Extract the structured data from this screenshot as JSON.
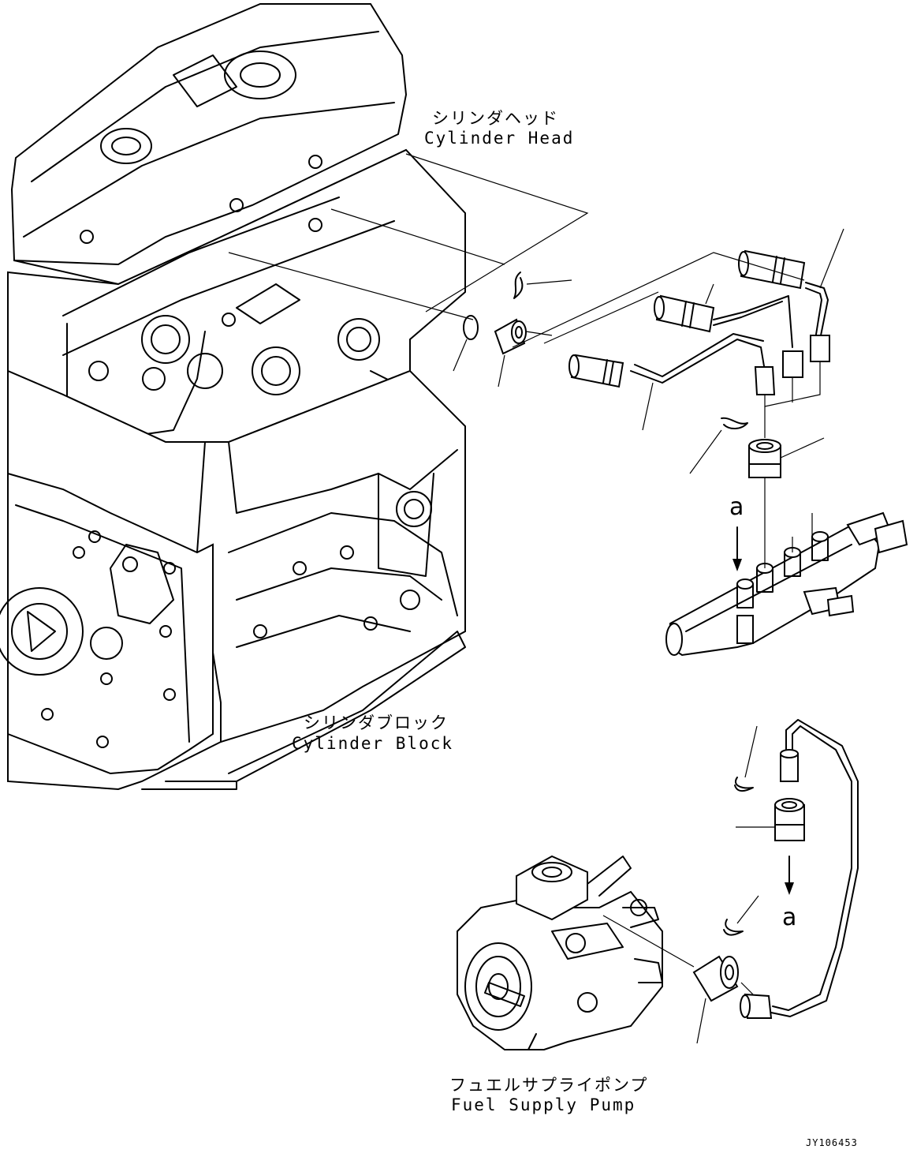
{
  "labels": {
    "cylinder_head_jp": "シリンダヘッド",
    "cylinder_head_en": "Cylinder Head",
    "cylinder_block_jp": "シリンダブロック",
    "cylinder_block_en": "Cylinder Block",
    "fuel_pump_jp": "フュエルサプライポンプ",
    "fuel_pump_en": "Fuel Supply Pump"
  },
  "markers": {
    "view_a_top": "a",
    "view_a_bottom": "a"
  },
  "drawing_code": "JY106453"
}
